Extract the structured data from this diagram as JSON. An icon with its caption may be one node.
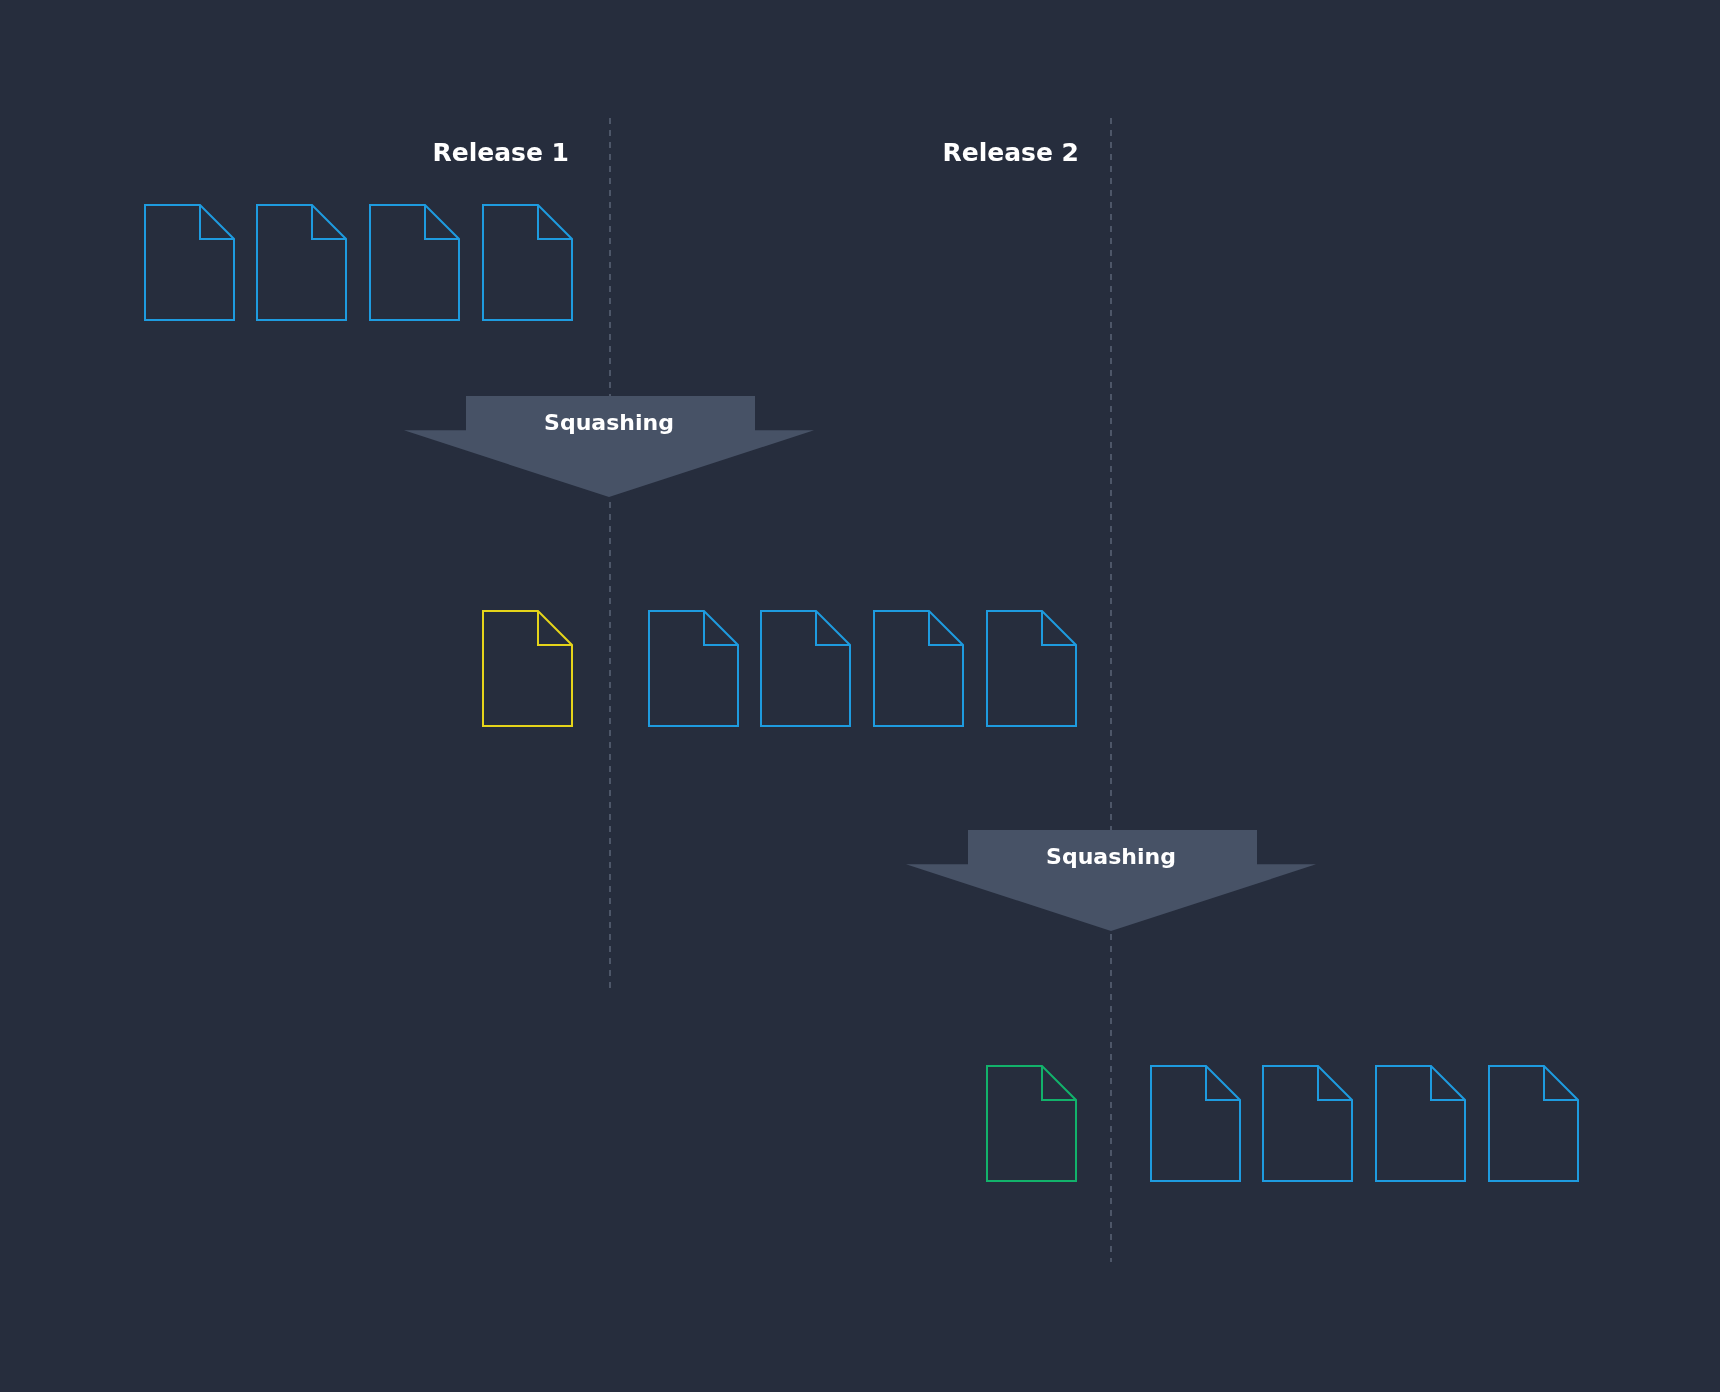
{
  "diagram": {
    "nodes": [
      {
        "text": [],
        "shape": "document"
      },
      {
        "text": [],
        "shape": "document"
      },
      {
        "text": [],
        "shape": "document"
      },
      {
        "text": [],
        "shape": "document"
      },
      {
        "text": [
          "Squashing"
        ]
      },
      {
        "text": [],
        "shape": "document"
      },
      {
        "text": [],
        "shape": "document"
      },
      {
        "text": [],
        "shape": "document"
      },
      {
        "text": [],
        "shape": "document"
      },
      {
        "text": [],
        "shape": "document"
      },
      {
        "text": [
          "Squashing"
        ]
      },
      {
        "text": [],
        "shape": "document"
      },
      {
        "text": [],
        "shape": "document"
      },
      {
        "text": [],
        "shape": "document"
      },
      {
        "text": [],
        "shape": "document"
      },
      {
        "text": [],
        "shape": "document"
      }
    ],
    "labels": [
      "Release 1",
      "Release 2"
    ]
  }
}
